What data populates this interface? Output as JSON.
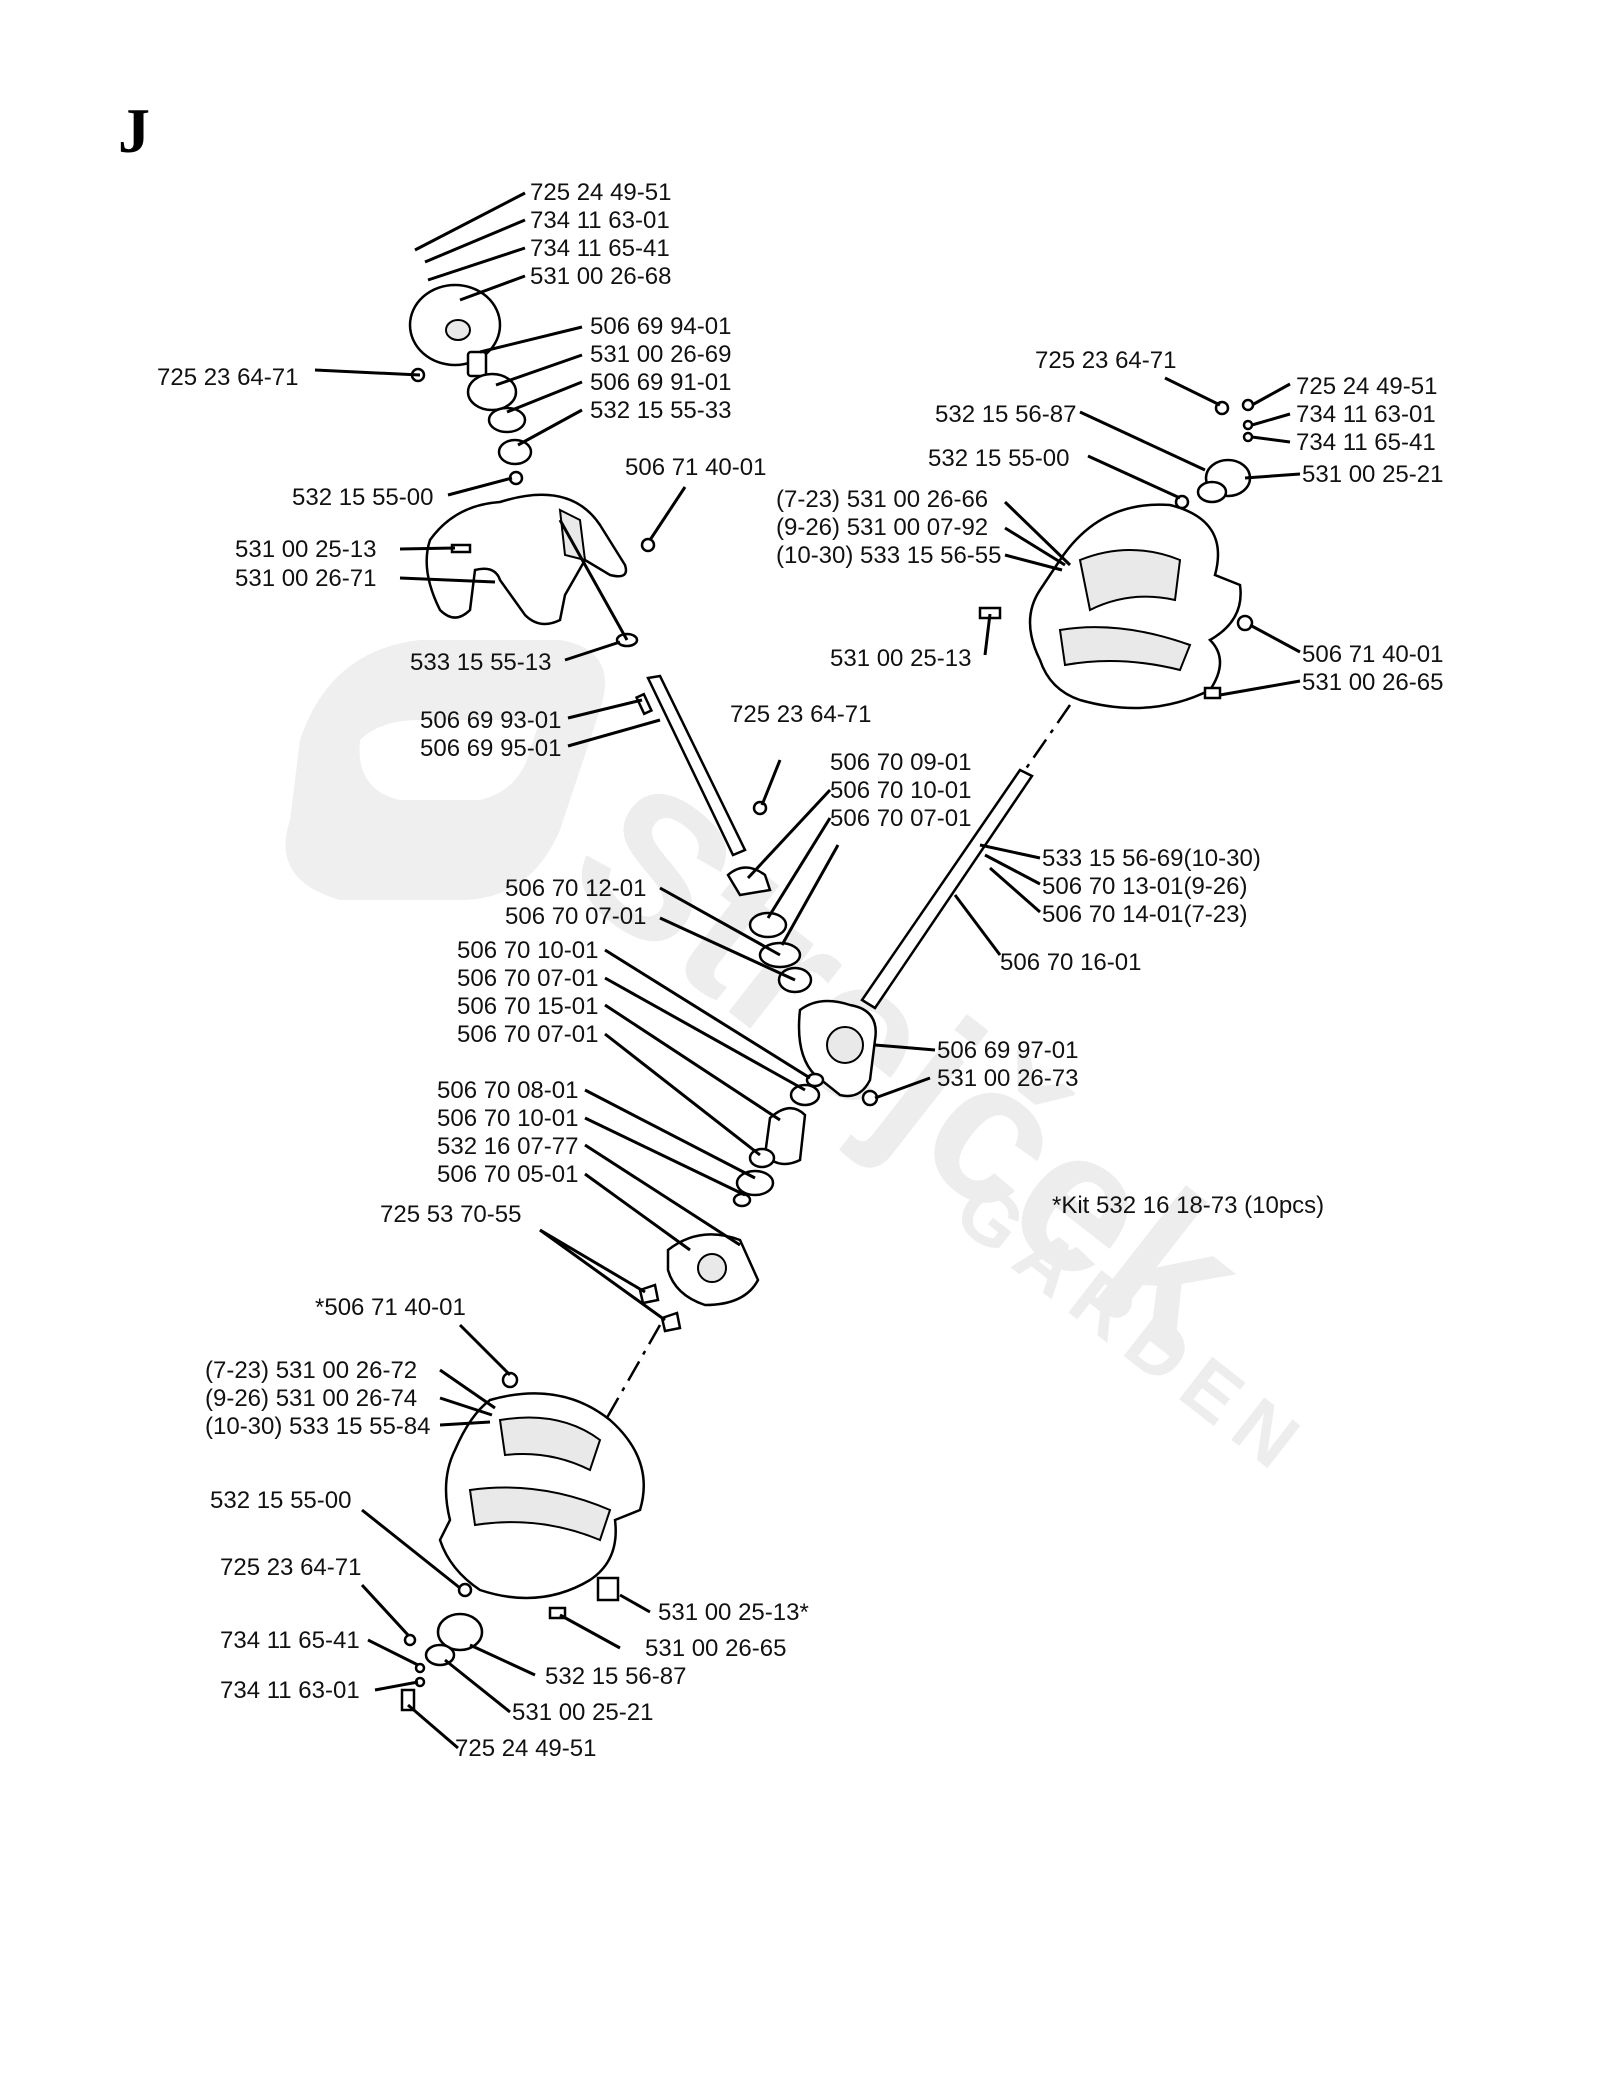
{
  "section_letter": "J",
  "watermark": {
    "brand": "Strejček",
    "sub": "GARDEN"
  },
  "kit_note": "*Kit 532 16 18-73 (10pcs)",
  "left_assembly_labels": [
    "725 24 49-51",
    "734 11 63-01",
    "734 11 65-41",
    "531 00 26-68",
    "506 69 94-01",
    "531 00 26-69",
    "725 23 64-71",
    "506 69 91-01",
    "532 15 55-33",
    "506 71 40-01",
    "532 15 55-00",
    "531 00 25-13",
    "531 00 26-71",
    "533 15 55-13",
    "506 69 93-01",
    "506 69 95-01"
  ],
  "right_assembly_labels": [
    "725 23 64-71",
    "725 24 49-51",
    "734 11 63-01",
    "532 15 56-87",
    "734 11 65-41",
    "532 15 55-00",
    "531 00 25-21",
    "(7-23) 531 00 26-66",
    "(9-26) 531 00 07-92",
    "(10-30) 533 15 56-55",
    "531 00 25-13",
    "506 71 40-01",
    "531 00 26-65"
  ],
  "gearbox_labels": [
    "725 23 64-71",
    "506 70 09-01",
    "506 70 10-01",
    "506 70 07-01",
    "533 15 56-69(10-30)",
    "506 70 13-01(9-26)",
    "506 70 14-01(7-23)",
    "506 70 12-01",
    "506 70 07-01",
    "506 70 16-01",
    "506 70 10-01",
    "506 70 07-01",
    "506 70 15-01",
    "506 70 07-01",
    "506 69 97-01",
    "531 00 26-73",
    "506 70 08-01",
    "506 70 10-01",
    "532 16 07-77",
    "506 70 05-01",
    "725 53 70-55"
  ],
  "bottom_assembly_labels": [
    "*506 71 40-01",
    "(7-23) 531 00 26-72",
    "(9-26) 531 00 26-74",
    "(10-30) 533 15 55-84",
    "532 15 55-00",
    "725 23 64-71",
    "531 00 25-13*",
    "734 11 65-41",
    "531 00 26-65",
    "532 15 56-87",
    "734 11 63-01",
    "531 00 25-21",
    "725 24 49-51"
  ]
}
